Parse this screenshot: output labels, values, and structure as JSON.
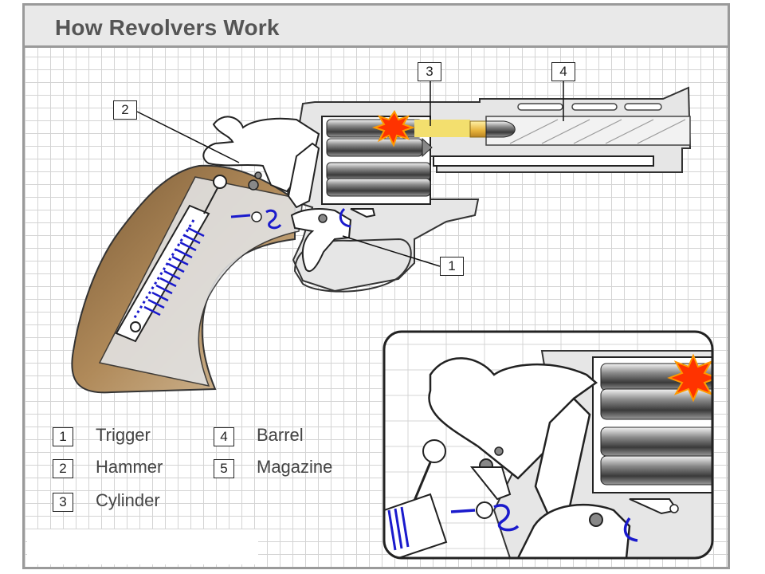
{
  "title": "How Revolvers Work",
  "callouts": [
    {
      "number": "1",
      "target": "trigger"
    },
    {
      "number": "2",
      "target": "hammer"
    },
    {
      "number": "3",
      "target": "cylinder"
    },
    {
      "number": "4",
      "target": "barrel"
    }
  ],
  "legend": [
    {
      "number": "1",
      "label": "Trigger"
    },
    {
      "number": "2",
      "label": "Hammer"
    },
    {
      "number": "3",
      "label": "Cylinder"
    },
    {
      "number": "4",
      "label": "Barrel"
    },
    {
      "number": "5",
      "label": "Magazine"
    }
  ],
  "colors": {
    "grid": "#d4d4d4",
    "frame_outline": "#9a9a9a",
    "gun_body": "#e6e6e6",
    "grip_wood": "#a9814f",
    "spring": "#1a1acc",
    "bullet_brass": "#e6b23a",
    "flash": "#ff3300"
  }
}
